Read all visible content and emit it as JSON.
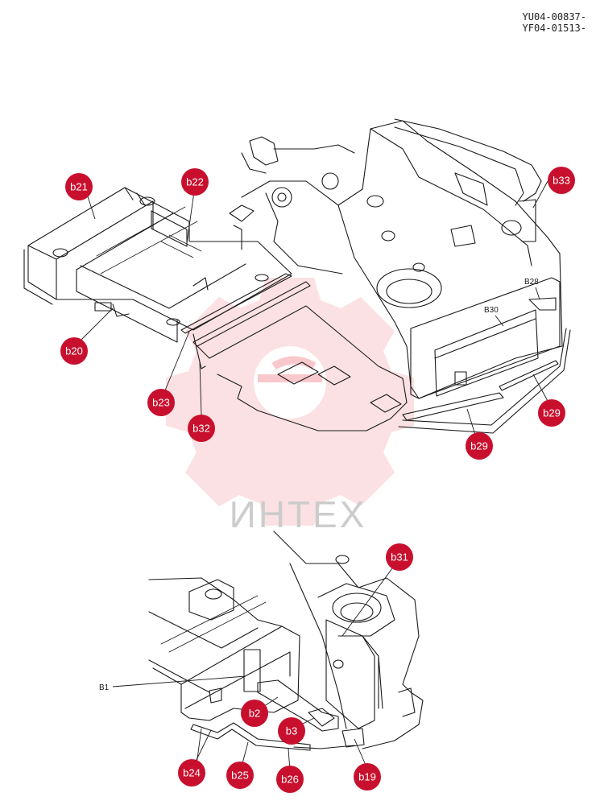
{
  "document": {
    "ref_codes": [
      "YU04-00837-",
      "YF04-01513-"
    ],
    "watermark_text": "ИНТЕХ"
  },
  "callouts_top": [
    "b21",
    "b22",
    "b33",
    "b20",
    "b23",
    "b32",
    "b29",
    "b29"
  ],
  "part_labels_top": [
    "B28",
    "B30"
  ],
  "callouts_bottom": [
    "b31",
    "b2",
    "b3",
    "b24",
    "b25",
    "b26",
    "b19"
  ],
  "part_labels_bottom": [
    "B1"
  ],
  "colors": {
    "callout": "#c8102e",
    "watermark": "#f4a9b0"
  }
}
